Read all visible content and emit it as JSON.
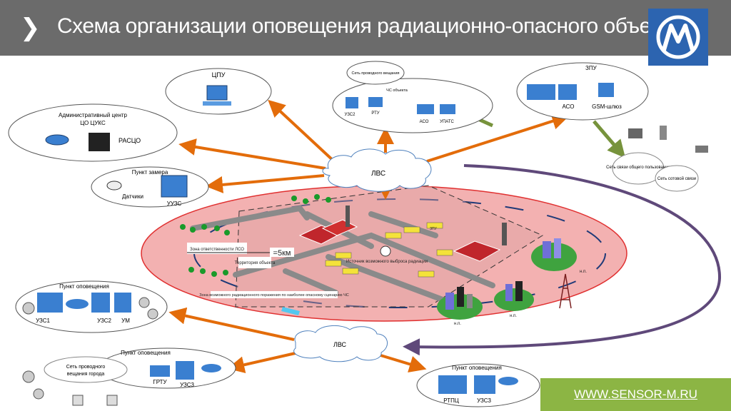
{
  "header": {
    "title": "Схема организации оповещения радиационно-опасного объекта"
  },
  "footer": {
    "link": "WWW.SENSOR-M.RU"
  },
  "lvs": {
    "top": "ЛВС",
    "bottom": "ЛВС"
  },
  "cpu": {
    "title": "ЦПУ"
  },
  "admin": {
    "title1": "Административный  центр",
    "title2": "ЦО ЦУКС",
    "rasco": "РАСЦО"
  },
  "zamer": {
    "title": "Пункт замера",
    "sensors": "Датчики",
    "uuzs": "УУЗС"
  },
  "center": {
    "net": "Сеть проводного вещания",
    "chs": "ЧС объекта",
    "uzs2": "УЗС2",
    "rtu": "РТУ",
    "aso": "АСО",
    "upats": "УПАТС"
  },
  "zpu": {
    "title": "ЗПУ",
    "aso": "АСО",
    "gsm": "GSM-шлюз"
  },
  "phone": {
    "public": "Сеть связи общего пользования",
    "cell": "Сеть сотовой связи"
  },
  "po1": {
    "title": "Пункт оповещения",
    "uzs1": "УЗС1",
    "uzs2": "УЗС2",
    "um": "УМ"
  },
  "po2": {
    "title": "Пункт оповещения",
    "net": "Сеть проводного вещания города",
    "grtu": "ГРТУ",
    "uzs3": "УЗС3"
  },
  "po3": {
    "title": "Пункт оповещения",
    "rtpc": "РТПЦ",
    "uzs3": "УЗС3"
  },
  "zone": {
    "lso": "Зона ответственности ЛСО",
    "km": "=5км",
    "territory": "Территория объекта",
    "source": "Источник возможного выброса радиации",
    "danger": "Зона возможного радиационного поражения по наиболее опасному сценарию ЧС",
    "np": "н.п.",
    "zpu": "ЗПУ",
    "uuzs": "УУЗС"
  },
  "colors": {
    "header": "#6b6b6b",
    "arrow": "#e36c0a",
    "green_arrow": "#77933c",
    "purple": "#5f497a",
    "zone": "#f2a7a7",
    "footer": "#8cb544",
    "logo": "#2c64b0"
  }
}
